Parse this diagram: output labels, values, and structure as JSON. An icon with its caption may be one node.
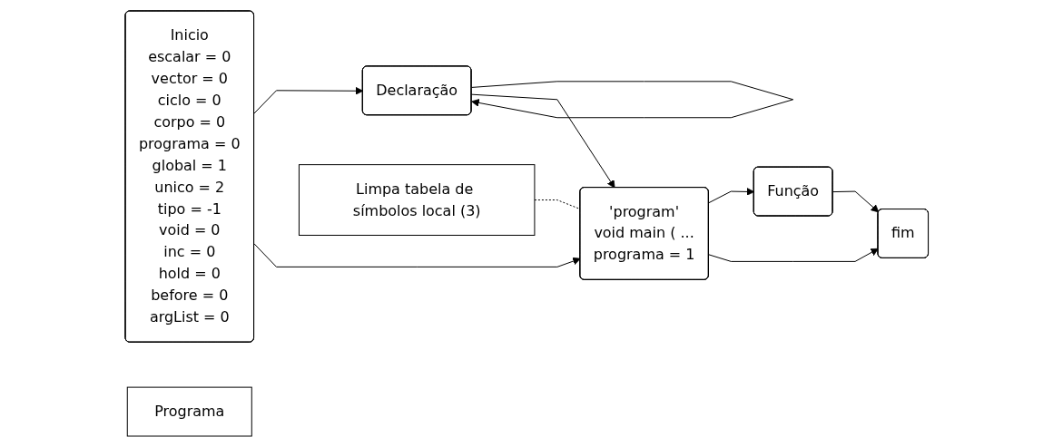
{
  "diagram": {
    "nodes": [
      {
        "text": [
          "Inicio",
          "escalar = 0",
          "vector = 0",
          "ciclo = 0",
          "corpo = 0",
          "programa = 0",
          "global = 1",
          "unico = 2",
          "tipo = -1",
          "void = 0",
          "inc = 0",
          "hold = 0",
          "before = 0",
          "argList = 0"
        ]
      },
      {
        "text": [
          "Declaração"
        ]
      },
      {
        "text": [
          "'program'",
          "void main ( ...",
          "programa = 1"
        ]
      },
      {
        "text": [
          "Função"
        ]
      },
      {
        "text": [
          "fim"
        ]
      },
      {
        "text": [
          "Limpa tabela de símbolos local (3)"
        ]
      },
      {
        "text": [
          "Programa"
        ]
      }
    ],
    "edges": [
      {
        "from": 0,
        "to": 1,
        "arrow": "to"
      },
      {
        "from": 1,
        "to": 1,
        "arrow": "to"
      },
      {
        "from": 1,
        "to": 2,
        "arrow": "to"
      },
      {
        "from": 0,
        "to": 2,
        "arrow": "to"
      },
      {
        "from": 2,
        "to": 3,
        "arrow": "to"
      },
      {
        "from": 3,
        "to": 4,
        "arrow": "to"
      },
      {
        "from": 2,
        "to": 4,
        "arrow": "to"
      },
      {
        "from": 5,
        "to": 2,
        "arrow": "none",
        "style": "dashed"
      }
    ]
  }
}
